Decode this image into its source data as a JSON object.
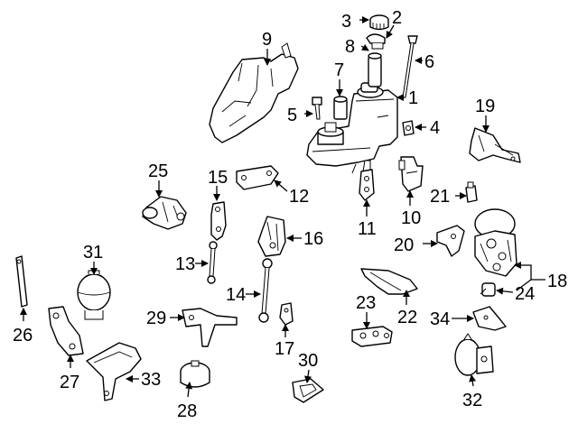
{
  "callouts": [
    "1",
    "2",
    "3",
    "4",
    "5",
    "6",
    "7",
    "8",
    "9",
    "10",
    "11",
    "12",
    "13",
    "14",
    "15",
    "16",
    "17",
    "18",
    "19",
    "20",
    "21",
    "22",
    "23",
    "24",
    "25",
    "26",
    "27",
    "28",
    "29",
    "30",
    "31",
    "32",
    "33",
    "34"
  ],
  "colors": {
    "ink": "#000000",
    "paper": "#ffffff"
  }
}
